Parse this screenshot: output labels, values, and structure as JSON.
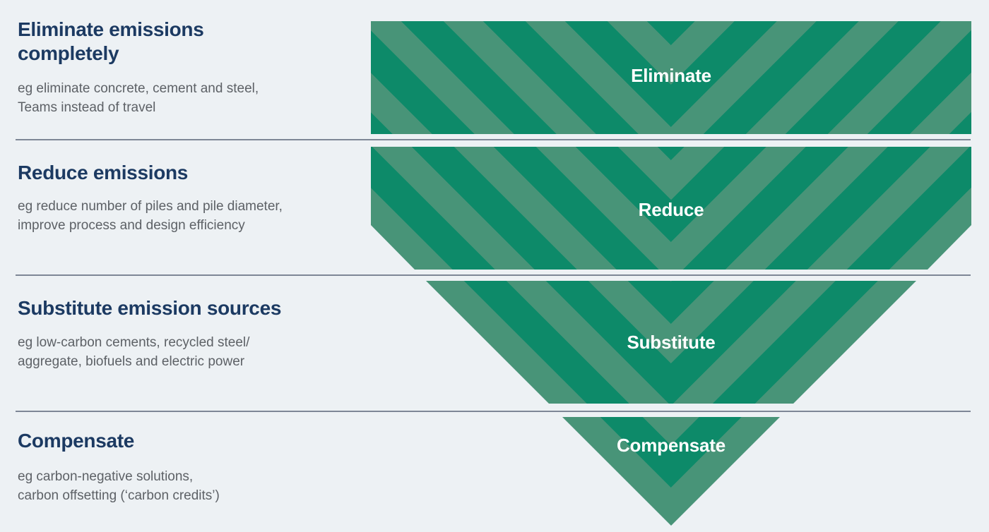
{
  "colors": {
    "background": "#edf1f4",
    "funnel_dark": "#0d8a69",
    "funnel_light": "#489478",
    "heading": "#1c3a62",
    "body": "#5d6166",
    "divider": "#7e8796",
    "band_label": "#ffffff"
  },
  "rows": [
    {
      "heading": "Eliminate emissions completely",
      "description_line1": "eg eliminate concrete, cement and steel,",
      "description_line2": "Teams instead of travel",
      "band_label": "Eliminate"
    },
    {
      "heading": "Reduce emissions",
      "description_line1": "eg reduce number of piles and pile diameter,",
      "description_line2": "improve process and design efficiency",
      "band_label": "Reduce"
    },
    {
      "heading": "Substitute emission sources",
      "description_line1": "eg low-carbon cements, recycled steel/",
      "description_line2": "aggregate, biofuels and electric power",
      "band_label": "Substitute"
    },
    {
      "heading": "Compensate",
      "description_line1": "eg carbon-negative solutions,",
      "description_line2": "carbon offsetting (‘carbon credits’)",
      "band_label": "Compensate"
    }
  ]
}
